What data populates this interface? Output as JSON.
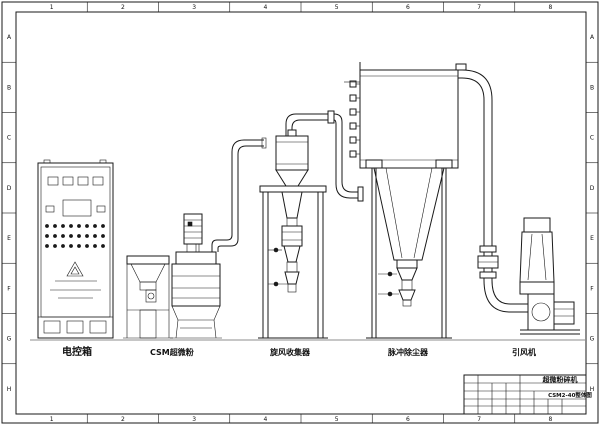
{
  "labels": {
    "control_cabinet": "电控箱",
    "mill": "CSM超微粉",
    "cyclone": "旋风收集器",
    "pulse_collector": "脉冲除尘器",
    "fan": "引风机"
  },
  "title_block": {
    "drawing_title": "超微粉碎机",
    "drawing_number": "CSM2-40整体图"
  },
  "border_zones": {
    "top": [
      "1",
      "2",
      "3",
      "4",
      "5",
      "6",
      "7",
      "8"
    ],
    "bottom": [
      "1",
      "2",
      "3",
      "4",
      "5",
      "6",
      "7",
      "8"
    ],
    "left": [
      "A",
      "B",
      "C",
      "D",
      "E",
      "F",
      "G",
      "H"
    ],
    "right": [
      "A",
      "B",
      "C",
      "D",
      "E",
      "F",
      "G",
      "H"
    ]
  },
  "colors": {
    "line": "#1a1a1a",
    "paper": "#ffffff"
  }
}
